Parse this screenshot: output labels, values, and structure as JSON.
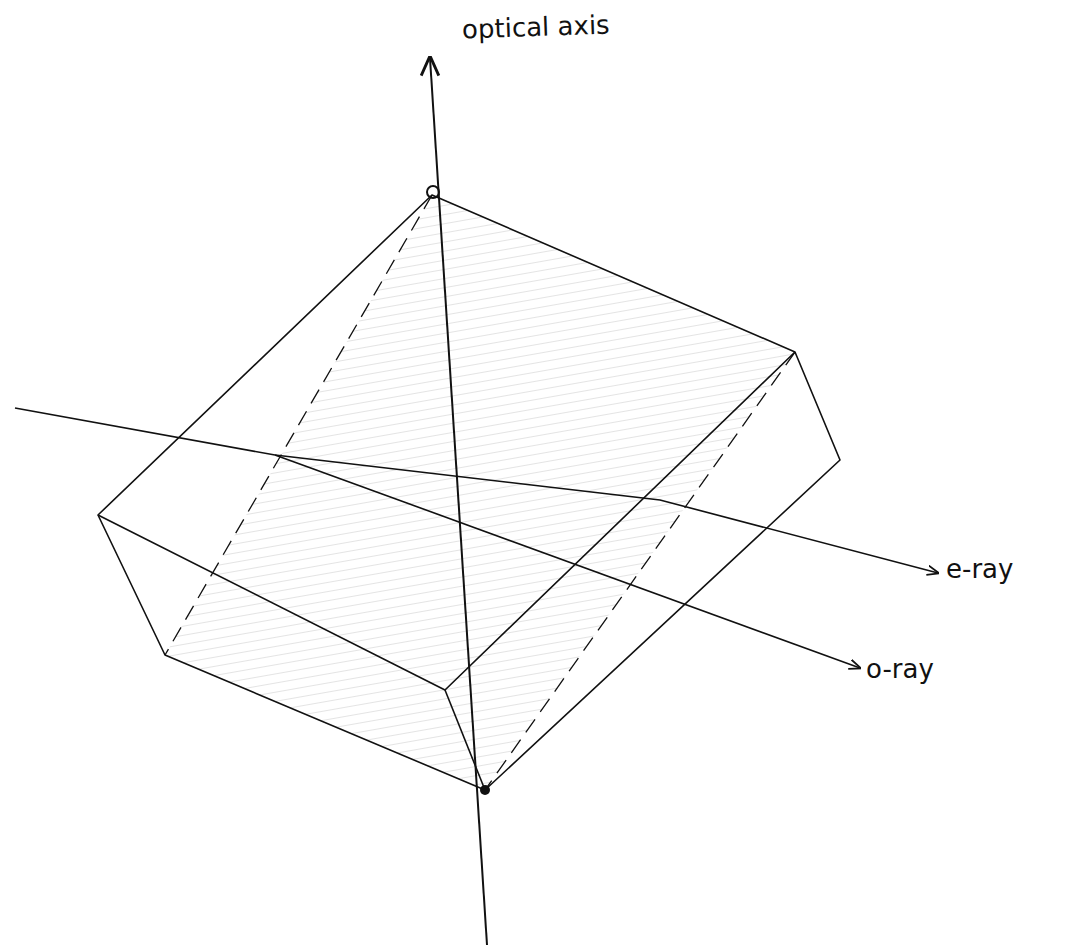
{
  "diagram": {
    "labels": [
      "optical axis",
      "e-ray",
      "o-ray"
    ]
  }
}
